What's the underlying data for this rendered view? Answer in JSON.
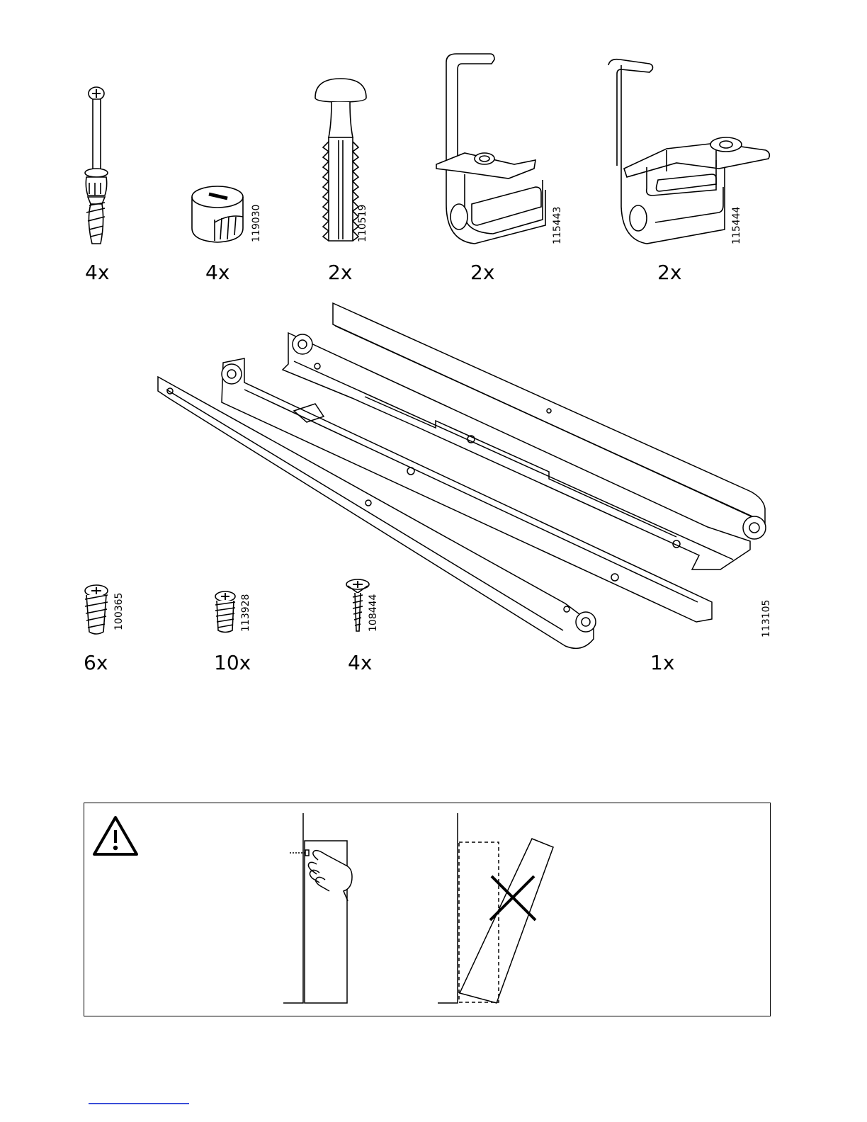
{
  "parts_row1": [
    {
      "name": "cam-bolt",
      "quantity": "4x",
      "code": ""
    },
    {
      "name": "cam-lock",
      "quantity": "4x",
      "code": "119030"
    },
    {
      "name": "plastic-dowel",
      "quantity": "2x",
      "code": "110519"
    },
    {
      "name": "bracket-a",
      "quantity": "2x",
      "code": "115443"
    },
    {
      "name": "bracket-b",
      "quantity": "2x",
      "code": "115444"
    }
  ],
  "parts_row2": [
    {
      "name": "screw-large",
      "quantity": "6x",
      "code": "100365"
    },
    {
      "name": "screw-small",
      "quantity": "10x",
      "code": "113928"
    },
    {
      "name": "wood-screw",
      "quantity": "4x",
      "code": "108444"
    },
    {
      "name": "drawer-runners",
      "quantity": "1x",
      "code": "113105"
    }
  ],
  "warning": {
    "icon": "warning-triangle-icon",
    "panels": [
      "wall-anchored-correct",
      "tipping-incorrect"
    ]
  },
  "colors": {
    "line": "#000000",
    "footer_accent": "#3a4fd8"
  }
}
